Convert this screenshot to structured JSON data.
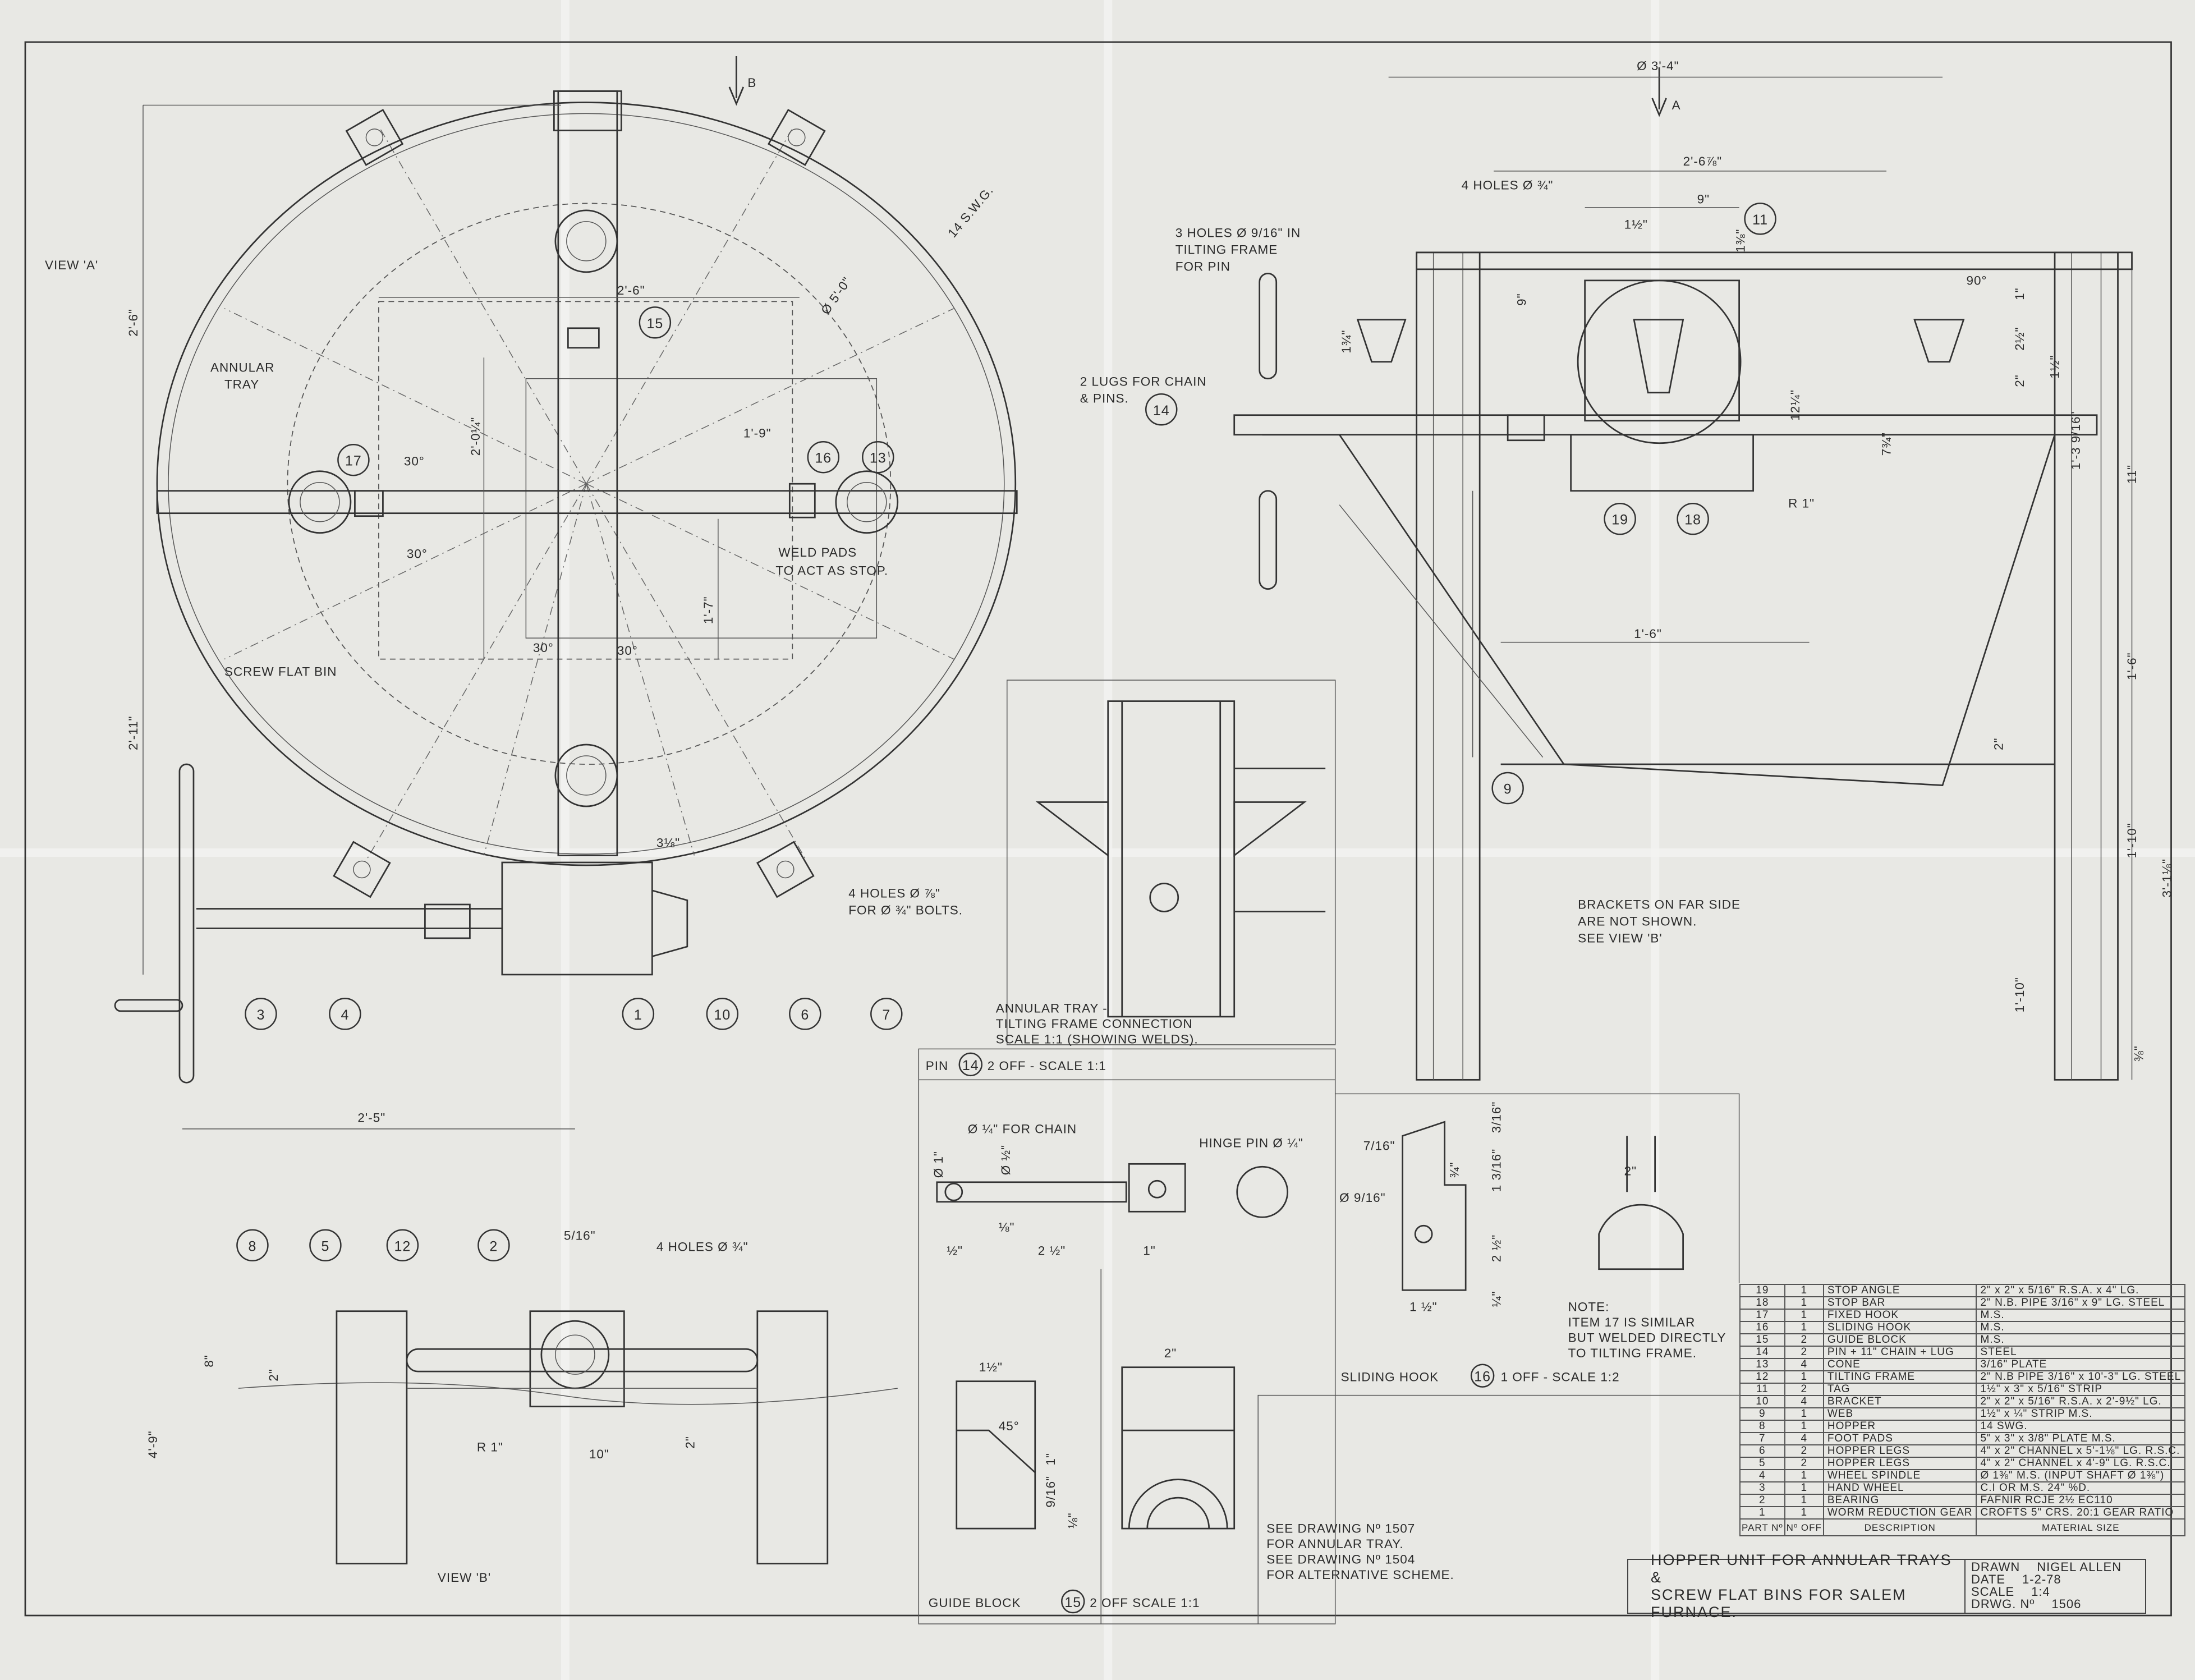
{
  "view_a": {
    "title": "VIEW 'A'",
    "section_marker": "B",
    "labels": {
      "annular_tray_1": "ANNULAR",
      "annular_tray_2": "TRAY",
      "screw_flat_bin": "SCREW FLAT BIN",
      "weld_pads_1": "WELD PADS",
      "weld_pads_2": "TO ACT AS STOP.",
      "holes_1": "4 HOLES Ø ⅞\"",
      "holes_2": "FOR Ø ¾\" BOLTS.",
      "swg": "14 S.W.G."
    },
    "dims": [
      "2'-6\"",
      "2'-11\"",
      "2'-6\"",
      "Ø 5'-0\"",
      "1'-9\"",
      "2'-0¼\"",
      "1'-7\"",
      "30°",
      "30°",
      "30°",
      "30°",
      "2'-5\"",
      "3⅛\""
    ],
    "balloons": [
      "15",
      "17",
      "16",
      "13",
      "3",
      "4",
      "1",
      "10",
      "6",
      "7"
    ]
  },
  "elevation": {
    "section_marker": "A",
    "labels": {
      "holes": "4 HOLES Ø ¾\"",
      "pin_holes_1": "3 HOLES Ø 9/16\" IN",
      "pin_holes_2": "TILTING FRAME",
      "pin_holes_3": "FOR PIN",
      "lugs_1": "2 LUGS FOR CHAIN",
      "lugs_2": "& PINS.",
      "note_1": "BRACKETS ON FAR SIDE",
      "note_2": "ARE NOT SHOWN.",
      "note_3": "SEE VIEW 'B'"
    },
    "dims": [
      "Ø 3'-4\"",
      "2'-6⅞\"",
      "9\"",
      "1½\"",
      "1⅜\"",
      "90°",
      "1\"",
      "2½\"",
      "2\"",
      "1½\"",
      "1'-3 9/16\"",
      "11\"",
      "9\"",
      "1¾\"",
      "12¼\"",
      "7¾\"",
      "R 1\"",
      "1'-6\"",
      "1'-6\"",
      "2\"",
      "1'-10\"",
      "3'-1⅛\"",
      "1'-10\"",
      "⅜\""
    ],
    "balloons": [
      "11",
      "14",
      "19",
      "18",
      "9"
    ]
  },
  "section_detail": {
    "caption_1": "ANNULAR TRAY -",
    "caption_2": "TILTING FRAME   CONNECTION",
    "caption_3": "SCALE 1:1 (SHOWING WELDS)."
  },
  "pin_detail": {
    "title_pre": "PIN",
    "title_num": "14",
    "title_post": "2 OFF - SCALE 1:1",
    "labels": [
      "Ø ¼\" FOR CHAIN",
      "Ø 1\"",
      "Ø ½\"",
      "HINGE PIN Ø ¼\"",
      "½\"",
      "⅛\"",
      "2 ½\"",
      "1\""
    ]
  },
  "guide_block": {
    "title_pre": "GUIDE BLOCK",
    "title_num": "15",
    "title_post": "2 OFF  SCALE 1:1",
    "labels": [
      "1½\"",
      "2\"",
      "45°",
      "1\"",
      "9/16\"",
      "⅛\""
    ]
  },
  "sliding_hook": {
    "title_pre": "SLIDING HOOK",
    "title_num": "16",
    "title_post": "1 OFF - SCALE 1:2",
    "labels": [
      "7/16\"",
      "3/16\"",
      "¾\"",
      "1 3/16\"",
      "Ø 9/16\"",
      "2 ½\"",
      "1 ½\"",
      "¼\"",
      "2\""
    ],
    "note": [
      "NOTE:",
      "ITEM 17 IS SIMILAR",
      "BUT WELDED DIRECTLY",
      "TO TILTING FRAME."
    ]
  },
  "view_b": {
    "title": "VIEW 'B'",
    "balloons": [
      "8",
      "5",
      "12",
      "2"
    ],
    "labels": [
      "5/16\"",
      "4 HOLES Ø ¾\"",
      "4'-9\"",
      "8\"",
      "2\"",
      "R 1\"",
      "10\"",
      "2\""
    ]
  },
  "notes": [
    "SEE DRAWING Nº 1507",
    "FOR ANNULAR TRAY.",
    "SEE DRAWING Nº 1504",
    "FOR ALTERNATIVE SCHEME."
  ],
  "parts_list": {
    "headers": {
      "part_no": "PART Nº",
      "no_off": "Nº OFF",
      "description": "DESCRIPTION",
      "material": "MATERIAL  SIZE"
    },
    "rows": [
      {
        "part": "19",
        "off": "1",
        "desc": "STOP ANGLE",
        "material": "2\" x 2\" x 5/16\" R.S.A. x 4\" LG."
      },
      {
        "part": "18",
        "off": "1",
        "desc": "STOP BAR",
        "material": "2\" N.B. PIPE 3/16\" x 9\" LG. STEEL"
      },
      {
        "part": "17",
        "off": "1",
        "desc": "FIXED HOOK",
        "material": "M.S."
      },
      {
        "part": "16",
        "off": "1",
        "desc": "SLIDING HOOK",
        "material": "M.S."
      },
      {
        "part": "15",
        "off": "2",
        "desc": "GUIDE BLOCK",
        "material": "M.S."
      },
      {
        "part": "14",
        "off": "2",
        "desc": "PIN + 11\" CHAIN + LUG",
        "material": "STEEL"
      },
      {
        "part": "13",
        "off": "4",
        "desc": "CONE",
        "material": "3/16\" PLATE"
      },
      {
        "part": "12",
        "off": "1",
        "desc": "TILTING FRAME",
        "material": "2\" N.B PIPE 3/16\" x 10'-3\" LG. STEEL"
      },
      {
        "part": "11",
        "off": "2",
        "desc": "TAG",
        "material": "1½\" x 3\" x 5/16\" STRIP"
      },
      {
        "part": "10",
        "off": "4",
        "desc": "BRACKET",
        "material": "2\" x 2\" x 5/16\" R.S.A. x 2'-9½\" LG."
      },
      {
        "part": "9",
        "off": "1",
        "desc": "WEB",
        "material": "1½\" x ¼\" STRIP M.S."
      },
      {
        "part": "8",
        "off": "1",
        "desc": "HOPPER",
        "material": "14 SWG."
      },
      {
        "part": "7",
        "off": "4",
        "desc": "FOOT PADS",
        "material": "5\" x 3\" x 3/8\" PLATE M.S."
      },
      {
        "part": "6",
        "off": "2",
        "desc": "HOPPER LEGS",
        "material": "4\" x 2\" CHANNEL x 5'-1⅛\" LG. R.S.C."
      },
      {
        "part": "5",
        "off": "2",
        "desc": "HOPPER LEGS",
        "material": "4\" x 2\" CHANNEL x 4'-9\" LG. R.S.C."
      },
      {
        "part": "4",
        "off": "1",
        "desc": "WHEEL SPINDLE",
        "material": "Ø 1⅜\" M.S. (INPUT SHAFT Ø 1⅜\")"
      },
      {
        "part": "3",
        "off": "1",
        "desc": "HAND WHEEL",
        "material": "C.I OR M.S. 24\" %D."
      },
      {
        "part": "2",
        "off": "1",
        "desc": "BEARING",
        "material": "FAFNIR RCJE 2½ EC110"
      },
      {
        "part": "1",
        "off": "1",
        "desc": "WORM REDUCTION GEAR",
        "material": "CROFTS 5\" CRS. 20:1 GEAR RATIO"
      }
    ]
  },
  "title_block": {
    "title_1": "HOPPER UNIT FOR ANNULAR TRAYS &",
    "title_2": "SCREW FLAT BINS FOR SALEM FURNACE.",
    "drawn_label": "DRAWN",
    "drawn": "NIGEL ALLEN",
    "date_label": "DATE",
    "date": "1-2-78",
    "scale_label": "SCALE",
    "scale": "1:4",
    "drwg_label": "DRWG. Nº",
    "drwg": "1506"
  }
}
